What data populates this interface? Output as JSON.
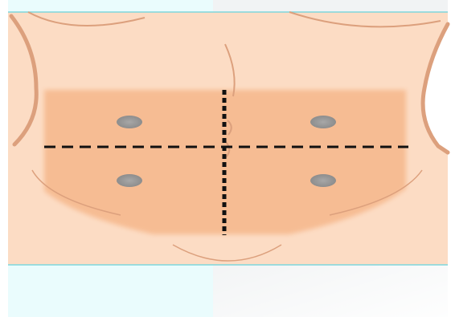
{
  "figure": {
    "subject": "abdomen-quadrants",
    "colors": {
      "background_left": "#eafcfd",
      "background_right": "#f1f3f4",
      "teal_line": "#7fd6dc",
      "skin": "#fcdcc4",
      "skin_outline": "#dca07d",
      "quadrant_patch": "#f6b98e",
      "marker": "#9a9a9a",
      "dash_line": "#111111"
    },
    "quadrant_count": 4,
    "markers": [
      {
        "name": "upper-left-marker"
      },
      {
        "name": "upper-right-marker"
      },
      {
        "name": "lower-left-marker"
      },
      {
        "name": "lower-right-marker"
      }
    ]
  }
}
